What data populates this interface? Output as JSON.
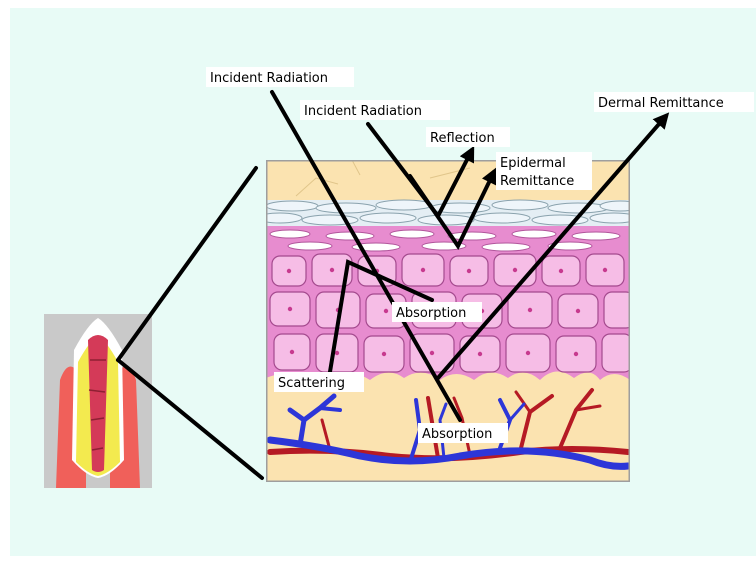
{
  "colors": {
    "background": "#e8fbf6",
    "skin_base": "#fbe3b0",
    "skin_border": "#9e9e9e",
    "stratum_corneum": "#e4eef4",
    "epidermis_pink": "#e78ccf",
    "cell_fill": "#f6bde6",
    "vein_blue": "#2d36d8",
    "artery_red": "#b51a24",
    "tooth_bg": "#c9c9c9",
    "gum_red": "#f0605a",
    "dentin_yellow": "#f3ea4f",
    "pulp_pink": "#d43a58",
    "ray_black": "#000000"
  },
  "labels": {
    "incident_radiation_1": "Incident Radiation",
    "incident_radiation_2": "Incident Radiation",
    "dermal_remittance": "Dermal Remittance",
    "reflection": "Reflection",
    "epidermal_remittance_line1": "Epidermal",
    "epidermal_remittance_line2": "Remittance",
    "absorption_epidermis": "Absorption",
    "scattering": "Scattering",
    "absorption_dermis": "Absorption"
  },
  "icons": {
    "tooth": "tooth-icon",
    "skin_section": "skin-cross-section"
  }
}
